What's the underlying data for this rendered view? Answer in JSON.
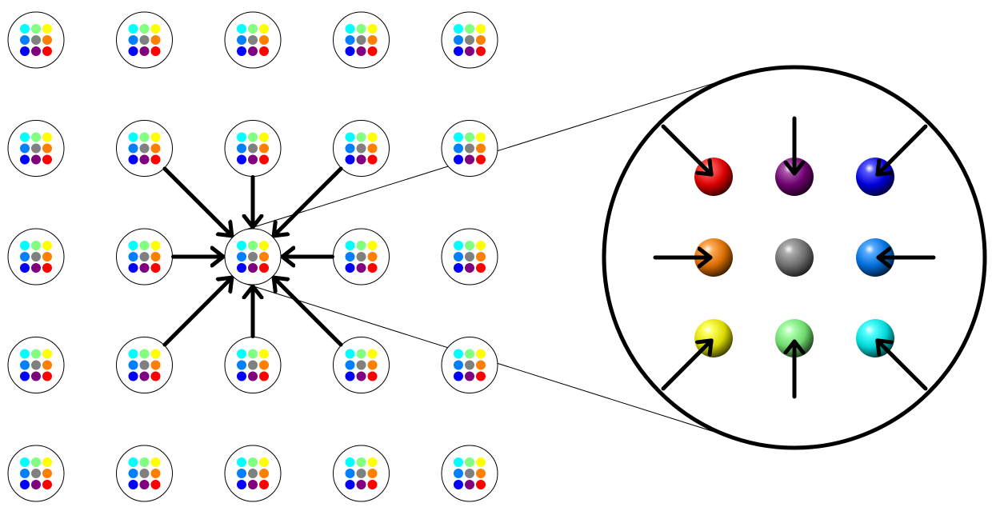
{
  "colors": {
    "background": "#ffffff",
    "stroke": "#000000",
    "cell_outline": "#000000"
  },
  "grid": {
    "rows": 5,
    "cols": 5,
    "focus_cell": {
      "row": 2,
      "col": 2
    }
  },
  "cell_dots": [
    {
      "name": "cyan-dot",
      "color": "#00ffff"
    },
    {
      "name": "light-green-dot",
      "color": "#80ff80"
    },
    {
      "name": "yellow-dot",
      "color": "#ffff00"
    },
    {
      "name": "azure-dot",
      "color": "#0080ff"
    },
    {
      "name": "gray-dot",
      "color": "#808080"
    },
    {
      "name": "orange-dot",
      "color": "#ff8000"
    },
    {
      "name": "blue-dot",
      "color": "#0000ff"
    },
    {
      "name": "purple-dot",
      "color": "#800080"
    },
    {
      "name": "red-dot",
      "color": "#ff0000"
    }
  ],
  "inset_spheres": [
    {
      "name": "red-sphere",
      "color": "#ff0000",
      "arrow_from": "top-left"
    },
    {
      "name": "purple-sphere",
      "color": "#800080",
      "arrow_from": "top"
    },
    {
      "name": "blue-sphere",
      "color": "#0000ff",
      "arrow_from": "top-right"
    },
    {
      "name": "orange-sphere",
      "color": "#ff8000",
      "arrow_from": "left"
    },
    {
      "name": "gray-sphere",
      "color": "#808080",
      "arrow_from": "none"
    },
    {
      "name": "azure-sphere",
      "color": "#0080ff",
      "arrow_from": "right"
    },
    {
      "name": "yellow-sphere",
      "color": "#ffff00",
      "arrow_from": "bottom-left"
    },
    {
      "name": "light-green-sphere",
      "color": "#80ff80",
      "arrow_from": "bottom"
    },
    {
      "name": "cyan-sphere",
      "color": "#00ffff",
      "arrow_from": "bottom-right"
    }
  ],
  "neighbor_arrows": [
    "top-left",
    "top",
    "top-right",
    "left",
    "right",
    "bottom-left",
    "bottom",
    "bottom-right"
  ]
}
